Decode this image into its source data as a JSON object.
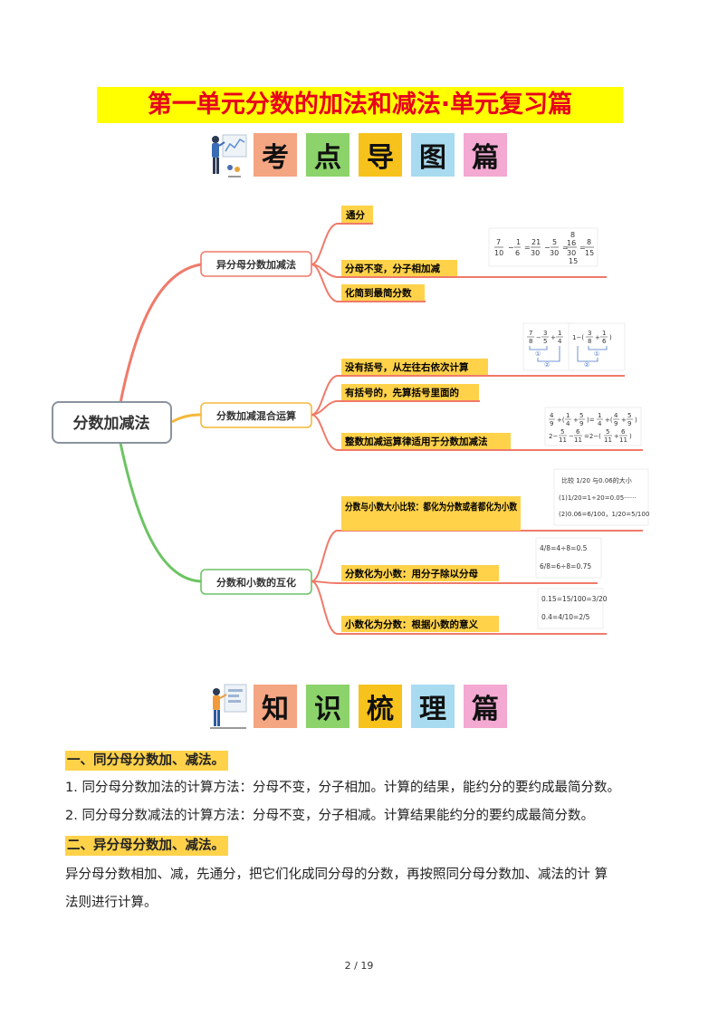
{
  "title": "第一单元分数的加法和减法·单元复习篇",
  "section1_tiles": [
    {
      "char": "考",
      "color": "#f4a582"
    },
    {
      "char": "点",
      "color": "#8bd36a"
    },
    {
      "char": "导",
      "color": "#f7c21c"
    },
    {
      "char": "图",
      "color": "#a8dbf0"
    },
    {
      "char": "篇",
      "color": "#f3a9d2"
    }
  ],
  "section2_tiles": [
    {
      "char": "知",
      "color": "#f4a582"
    },
    {
      "char": "识",
      "color": "#8bd36a"
    },
    {
      "char": "梳",
      "color": "#f7c21c"
    },
    {
      "char": "理",
      "color": "#a8dbf0"
    },
    {
      "char": "篇",
      "color": "#f3a9d2"
    }
  ],
  "mindmap": {
    "root": "分数加减法",
    "branches": [
      {
        "label": "异分母分数加减法",
        "color": "#f07a6a",
        "leaves": [
          "通分",
          "分母不变，分子相加减",
          "化简到最简分数"
        ]
      },
      {
        "label": "分数加减混合运算",
        "color": "#f5b83a",
        "leaves": [
          "没有括号，从左往右依次计算",
          "有括号的，先算括号里面的",
          "整数加减运算律适用于分数加减法"
        ]
      },
      {
        "label": "分数和小数的互化",
        "color": "#6cc463",
        "leaves": [
          "分数与小数大小比较：都化为分数或者都化为小数",
          "分数化为小数：用分子除以分母",
          "小数化为分数：根据小数的意义"
        ]
      }
    ],
    "examples": {
      "compare_title": "比较 1/20 与0.06的大小",
      "compare_line1": "(1)1/20=1÷20=0.05······",
      "compare_line2": "(2)0.06=6/100，1/20=5/100",
      "frac_to_dec_1": "4/8=4÷8=0.5",
      "frac_to_dec_2": "6/8=6÷8=0.75",
      "dec_to_frac_1": "0.15=15/100=3/20",
      "dec_to_frac_2": "0.4=4/10=2/5",
      "order_markers": [
        "①",
        "②",
        "①",
        "②"
      ]
    }
  },
  "sections": [
    {
      "heading": "一、同分母分数加、减法。",
      "paragraphs": [
        "1. 同分母分数加法的计算方法：分母不变，分子相加。计算的结果，能约分的要约成最简分数。",
        "2. 同分母分数减法的计算方法：分母不变，分子相减。计算结果能约分的要约成最简分数。"
      ]
    },
    {
      "heading": "二、异分母分数加、减法。",
      "paragraphs": [
        "异分母分数相加、减，先通分，把它们化成同分母的分数，再按照同分母分数加、减法的计 算",
        "法则进行计算。"
      ]
    }
  ],
  "page_number": "2 / 19"
}
